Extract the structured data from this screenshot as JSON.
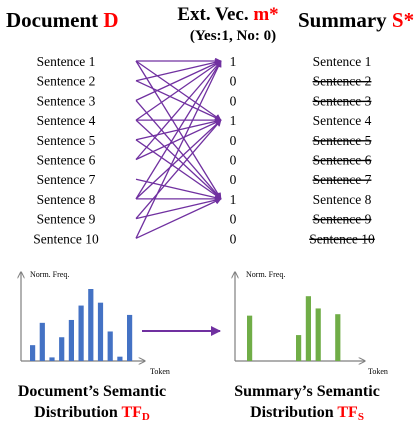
{
  "headers": {
    "document": {
      "label": "Document",
      "symbol": "D"
    },
    "ext_vec": {
      "label": "Ext. Vec.",
      "symbol": "m*",
      "subtitle": "(Yes:1, No: 0)"
    },
    "summary": {
      "label": "Summary",
      "symbol": "S*"
    }
  },
  "sentences": [
    {
      "label": "Sentence 1",
      "ext": "1",
      "summary": "Sentence 1",
      "kept": true
    },
    {
      "label": "Sentence 2",
      "ext": "0",
      "summary": "Sentence 2",
      "kept": false
    },
    {
      "label": "Sentence 3",
      "ext": "0",
      "summary": "Sentence 3",
      "kept": false
    },
    {
      "label": "Sentence 4",
      "ext": "1",
      "summary": "Sentence 4",
      "kept": true
    },
    {
      "label": "Sentence 5",
      "ext": "0",
      "summary": "Sentence 5",
      "kept": false
    },
    {
      "label": "Sentence 6",
      "ext": "0",
      "summary": "Sentence 6",
      "kept": false
    },
    {
      "label": "Sentence 7",
      "ext": "0",
      "summary": "Sentence 7",
      "kept": false
    },
    {
      "label": "Sentence 8",
      "ext": "1",
      "summary": "Sentence 8",
      "kept": true
    },
    {
      "label": "Sentence 9",
      "ext": "0",
      "summary": "Sentence 9",
      "kept": false
    },
    {
      "label": "Sentence 10",
      "ext": "0",
      "summary": "Sentence 10",
      "kept": false
    }
  ],
  "links": [
    [
      1,
      1
    ],
    [
      1,
      4
    ],
    [
      1,
      8
    ],
    [
      2,
      1
    ],
    [
      2,
      4
    ],
    [
      3,
      1
    ],
    [
      3,
      8
    ],
    [
      4,
      1
    ],
    [
      4,
      4
    ],
    [
      4,
      8
    ],
    [
      5,
      4
    ],
    [
      5,
      8
    ],
    [
      6,
      1
    ],
    [
      6,
      4
    ],
    [
      7,
      8
    ],
    [
      8,
      1
    ],
    [
      8,
      4
    ],
    [
      8,
      8
    ],
    [
      9,
      4
    ],
    [
      9,
      8
    ],
    [
      10,
      1
    ],
    [
      10,
      8
    ]
  ],
  "charts": {
    "document": {
      "ylabel": "Norm. Freq.",
      "xlabel": "Token",
      "values": [
        0.22,
        0.53,
        0.05,
        0.33,
        0.57,
        0.77,
        1.0,
        0.81,
        0.41,
        0.06,
        0.64
      ],
      "color": "#4472c4",
      "caption_line1": "Document’s Semantic",
      "caption_line2": "Distribution",
      "caption_symbol": "TF",
      "caption_sub": "D"
    },
    "summary": {
      "ylabel": "Norm. Freq.",
      "xlabel": "Token",
      "values": [
        0.63,
        0,
        0,
        0,
        0,
        0.36,
        0.9,
        0.73,
        0,
        0.65
      ],
      "color": "#70ad47",
      "caption_line1": "Summary’s Semantic",
      "caption_line2": "Distribution",
      "caption_symbol": "TF",
      "caption_sub": "S"
    }
  },
  "colors": {
    "accent_red": "#ff0000",
    "arrow_purple": "#7030a0",
    "axis": "#7f7f7f",
    "text": "#000000"
  }
}
